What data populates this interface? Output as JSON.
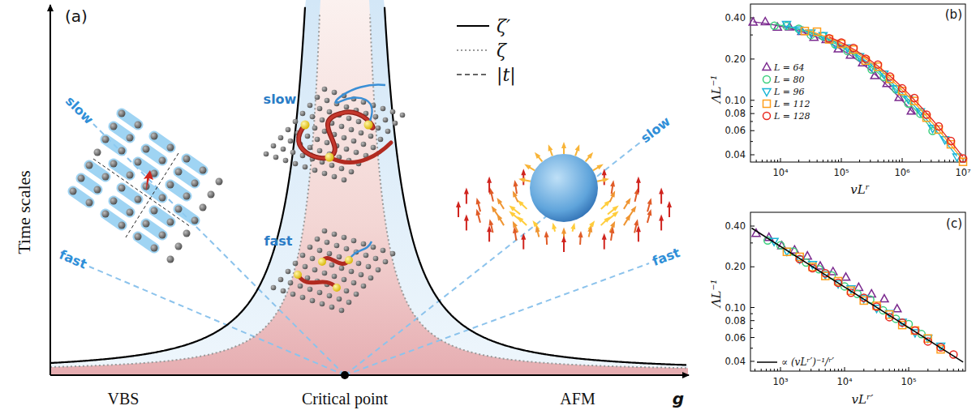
{
  "diagram": {
    "labels": [
      "(a)",
      "Time scales",
      "slow",
      "fast",
      "slow",
      "fast",
      "slow",
      "fast",
      "VBS",
      "Critical point",
      "AFM",
      "g",
      "(b)",
      "0.40",
      "0.20",
      "0.10",
      "0.08",
      "0.06",
      "0.04",
      "10⁴",
      "10⁵",
      "10⁶",
      "10⁷",
      "ΛL⁻¹",
      "vLʳ",
      "(c)",
      "0.40",
      "0.20",
      "0.10",
      "0.08",
      "0.06",
      "0.04",
      "10³",
      "10⁴",
      "10⁵",
      "ΛL⁻¹",
      "vLʳ′"
    ],
    "legend": [
      {
        "text": "ζ′"
      },
      {
        "text": "ζ"
      },
      {
        "text": "|t|"
      },
      {
        "text": "L = 64"
      },
      {
        "text": "L = 80"
      },
      {
        "text": "L = 96"
      },
      {
        "text": "L = 112"
      },
      {
        "text": "L = 128"
      },
      {
        "text": "∝ (vLʳ′)⁻¹/ʳ′"
      }
    ]
  }
}
